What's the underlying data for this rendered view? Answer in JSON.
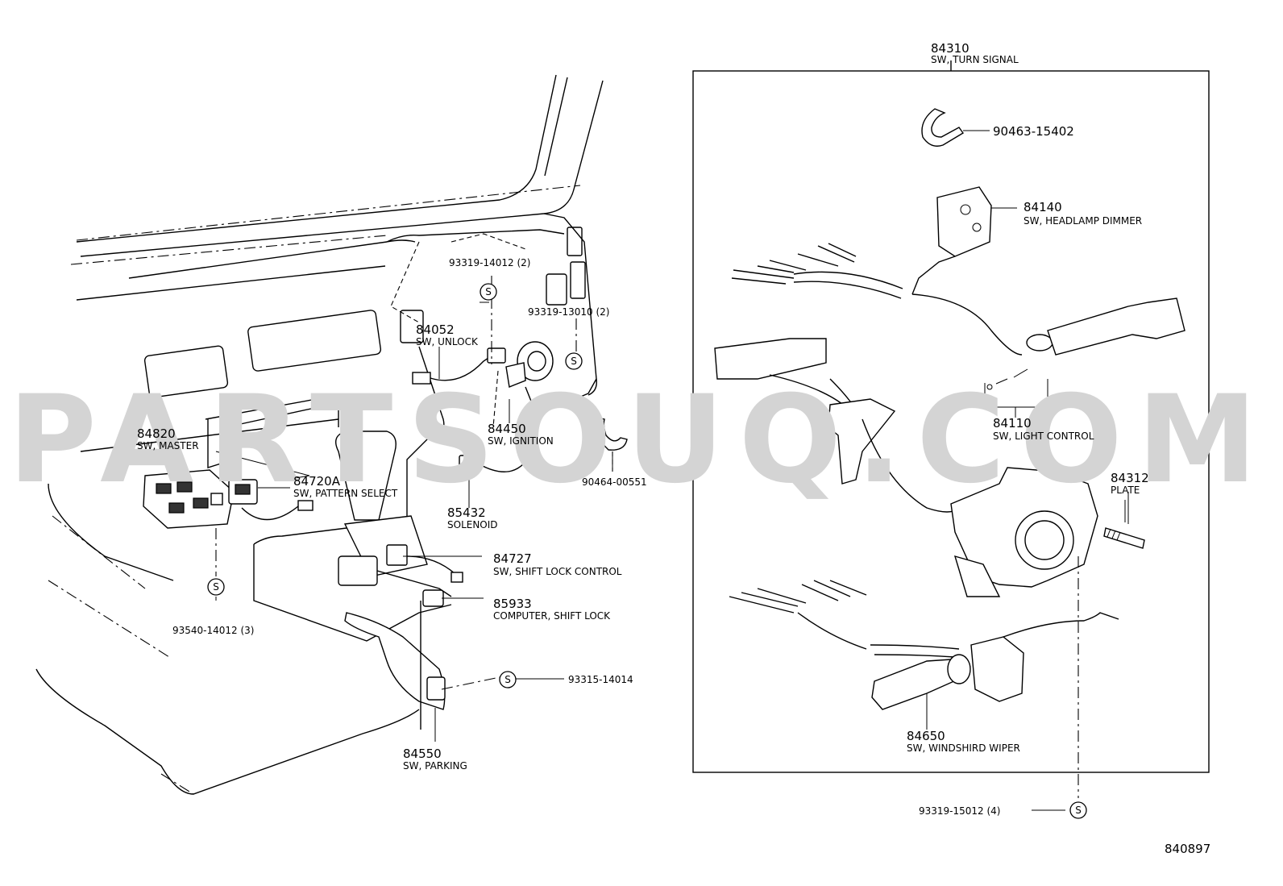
{
  "watermark": "PARTSOUQ.COM",
  "diagram_code": "840897",
  "callouts": [
    {
      "id": "84310",
      "part_no": "84310",
      "desc": "SW, TURN SIGNAL"
    },
    {
      "id": "90463",
      "part_no": "90463-15402",
      "desc": ""
    },
    {
      "id": "84140",
      "part_no": "84140",
      "desc": "SW, HEADLAMP DIMMER"
    },
    {
      "id": "84110",
      "part_no": "84110",
      "desc": "SW, LIGHT  CONTROL"
    },
    {
      "id": "84312",
      "part_no": "84312",
      "desc": "PLATE"
    },
    {
      "id": "84650",
      "part_no": "84650",
      "desc": "SW, WINDSHIRD WIPER"
    },
    {
      "id": "9331915012",
      "part_no": "93319-15012 (4)",
      "desc": ""
    },
    {
      "id": "9331914012",
      "part_no": "93319-14012 (2)",
      "desc": ""
    },
    {
      "id": "9331913010",
      "part_no": "93319-13010 (2)",
      "desc": ""
    },
    {
      "id": "84052",
      "part_no": "84052",
      "desc": "SW, UNLOCK"
    },
    {
      "id": "84450",
      "part_no": "84450",
      "desc": "SW, IGNITION"
    },
    {
      "id": "90464",
      "part_no": "90464-00551",
      "desc": ""
    },
    {
      "id": "85432",
      "part_no": "85432",
      "desc": "SOLENOID"
    },
    {
      "id": "84820",
      "part_no": "84820",
      "desc": "SW, MASTER"
    },
    {
      "id": "84720A",
      "part_no": "84720A",
      "desc": "SW, PATTERN SELECT"
    },
    {
      "id": "84727",
      "part_no": "84727",
      "desc": "SW, SHIFT LOCK CONTROL"
    },
    {
      "id": "85933",
      "part_no": "85933",
      "desc": "COMPUTER, SHIFT LOCK"
    },
    {
      "id": "9354014012",
      "part_no": "93540-14012 (3)",
      "desc": ""
    },
    {
      "id": "9331514014",
      "part_no": "93315-14014",
      "desc": ""
    },
    {
      "id": "84550",
      "part_no": "84550",
      "desc": "SW, PARKING"
    }
  ],
  "symbol_letter": "S"
}
